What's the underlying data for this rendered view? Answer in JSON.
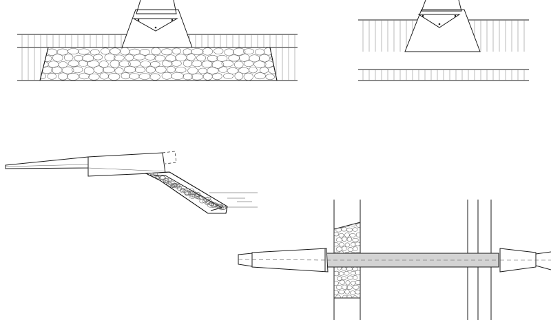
{
  "drawing": {
    "panels": [
      {
        "id": "section-rubble-foundation",
        "view": "cross-section"
      },
      {
        "id": "section-plain-footing",
        "view": "cross-section"
      },
      {
        "id": "profile-ramp-to-water",
        "view": "side-elevation"
      },
      {
        "id": "plan-pipe-through-wall",
        "view": "plan"
      }
    ],
    "colors": {
      "line": "#1a1a1a",
      "hatch": "#777777",
      "stone": "#6a6a6a",
      "pipe_fill": "#d3d3d3",
      "background": "#ffffff"
    }
  }
}
